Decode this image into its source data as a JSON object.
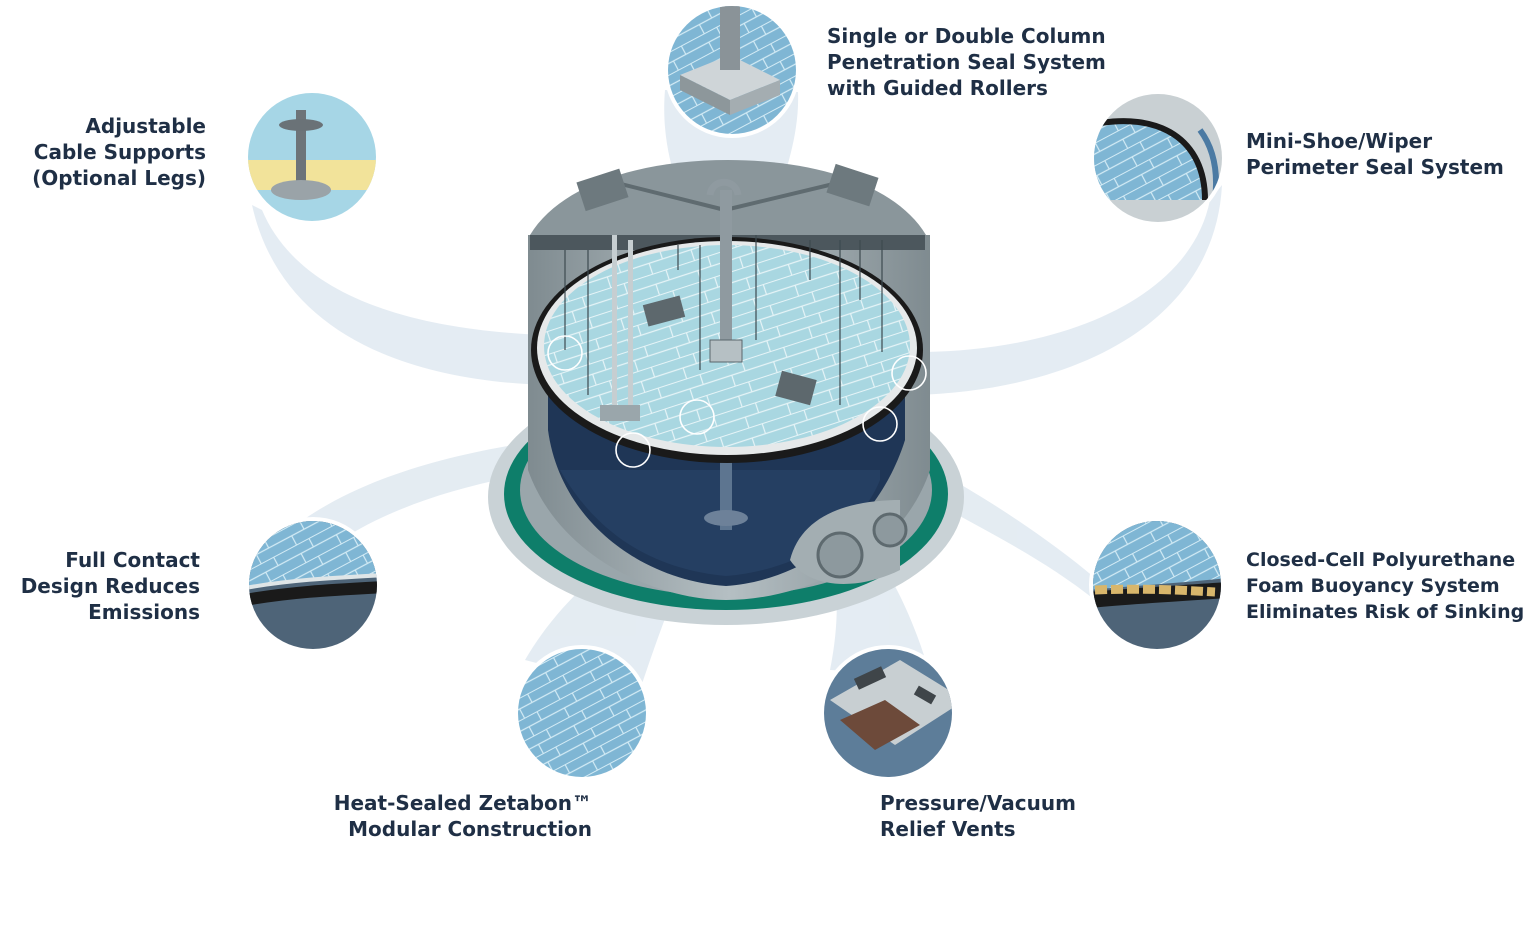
{
  "colors": {
    "text": "#1f2f45",
    "beam": "#e3ebf2",
    "water": "#9fd1dc",
    "tank_shell": "#8c979c",
    "tank_interior": "#1f3656",
    "green_ring": "#0e7e6a",
    "seal_black": "#1a1a1a"
  },
  "callouts": {
    "cable_supports": {
      "lines": [
        "Adjustable",
        "Cable Supports",
        "(Optional Legs)"
      ]
    },
    "column_seal": {
      "lines": [
        "Single or Double Column",
        "Penetration Seal System",
        "with Guided Rollers"
      ]
    },
    "perimeter_seal": {
      "lines": [
        "Mini-Shoe/Wiper",
        "Perimeter Seal System"
      ]
    },
    "full_contact": {
      "lines": [
        "Full Contact",
        "Design Reduces",
        "Emissions"
      ]
    },
    "foam_buoyancy": {
      "lines": [
        "Closed-Cell Polyurethane",
        "Foam Buoyancy System",
        "Eliminates Risk of Sinking"
      ]
    },
    "modular_construction": {
      "lines": [
        "Heat-Sealed Zetabon™",
        "Modular Construction"
      ]
    },
    "relief_vents": {
      "lines": [
        "Pressure/Vacuum",
        "Relief Vents"
      ]
    }
  },
  "icons": [
    "cable-support-detail",
    "column-seal-detail",
    "perimeter-seal-detail",
    "full-contact-detail",
    "foam-buoyancy-detail",
    "modular-panel-detail",
    "relief-vent-detail",
    "tank-cutaway"
  ]
}
